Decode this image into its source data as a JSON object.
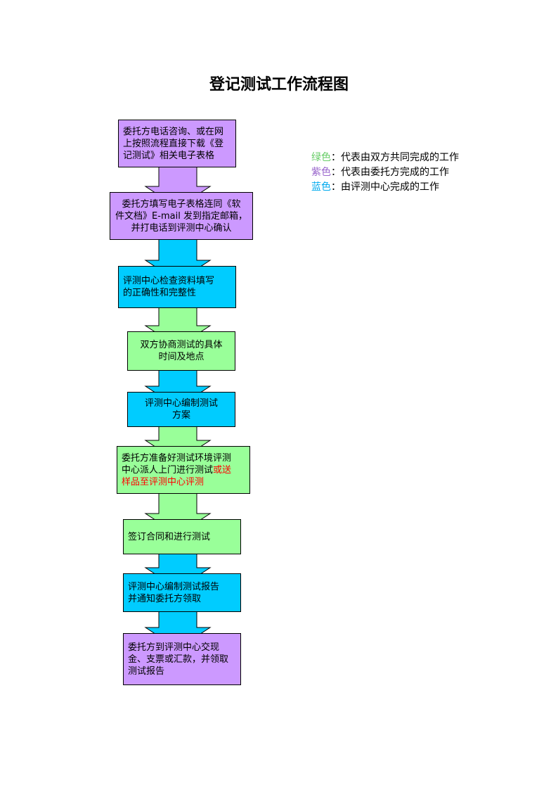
{
  "title": "登记测试工作流程图",
  "colors": {
    "purple": "#cc99ff",
    "cyan": "#00ccff",
    "green": "#99ff99",
    "highlight_red": "#ff0000",
    "legend_green": "#66cc66",
    "legend_purple": "#9966cc",
    "legend_blue": "#00aaee"
  },
  "steps": [
    {
      "color": "purple",
      "lines": [
        "委托方电话咨询、或在网",
        "上按照流程直接下载《登",
        "记测试》相关电子表格"
      ]
    },
    {
      "color": "purple",
      "lines": [
        "委托方填写电子表格连同《软",
        "件文档》E-mail 发到指定邮箱，",
        "并打电话到评测中心确认"
      ]
    },
    {
      "color": "cyan",
      "lines": [
        "评测中心检查资料填写",
        "的正确性和完整性"
      ]
    },
    {
      "color": "green",
      "lines": [
        "双方协商测试的具体",
        "时间及地点"
      ]
    },
    {
      "color": "cyan",
      "lines": [
        "评测中心编制测试",
        "方案"
      ]
    },
    {
      "color": "green",
      "lines": [
        "委托方准备好测试环境评测",
        "中心派人上门进行测试"
      ],
      "highlight": "或送",
      "lines_after": [
        "样品至评测中心评测"
      ]
    },
    {
      "color": "green",
      "lines": [
        "签订合同和进行测试"
      ]
    },
    {
      "color": "cyan",
      "lines": [
        "评测中心编制测试报告",
        "并通知委托方领取"
      ]
    },
    {
      "color": "purple",
      "lines": [
        "委托方到评测中心交现",
        "金、支票或汇款，并领取",
        "测试报告"
      ]
    }
  ],
  "legend": [
    {
      "key": "绿色",
      "sep": "：",
      "text": "代表由双方共同完成的工作",
      "color": "legend_green"
    },
    {
      "key": "紫色",
      "sep": "：",
      "text": "代表由委托方完成的工作",
      "color": "legend_purple"
    },
    {
      "key": "蓝色",
      "sep": "：",
      "text": "由评测中心完成的工作",
      "color": "legend_blue"
    }
  ]
}
